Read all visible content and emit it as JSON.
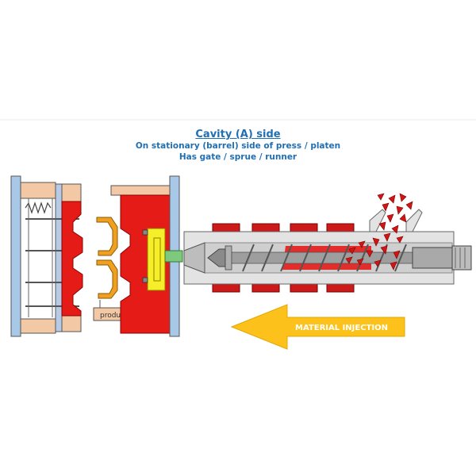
{
  "header": {
    "title": "Cavity (A) side",
    "line1": "On stationary (barrel) side of press / platen",
    "line2": "Has gate / sprue / runner"
  },
  "labels": {
    "product": "product",
    "arrow": "MATERIAL INJECTION"
  },
  "colors": {
    "title_blue": "#1f6fb5",
    "mold_red": "#e41b17",
    "cavity_yellow": "#f7ee2a",
    "part_orange": "#f0a020",
    "arrow_orange": "#fcc21b",
    "platen_blue": "#a8c8e8",
    "mold_base_tan": "#f3c9a5",
    "barrel_gray": "#d8d8d8",
    "heater_red": "#cc1a1a"
  }
}
